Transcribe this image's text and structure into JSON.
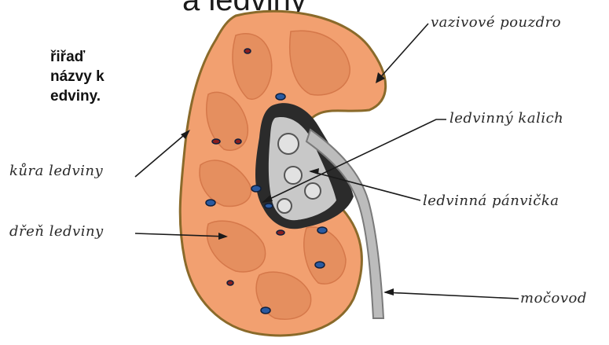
{
  "title": "a ledviny",
  "instructions": [
    "řiřaď",
    "názvy k",
    "edviny."
  ],
  "labels": {
    "capsule": "vazivové pouzdro",
    "calyx": "ledvinný kalich",
    "pelvis": "ledvinná pánvička",
    "ureter": "močovod",
    "cortex": "kůra ledviny",
    "medulla": "dřeň ledviny"
  },
  "colors": {
    "cortex": "#f2a070",
    "cortex_edge": "#8a6a2a",
    "medulla": "#e58f5f",
    "pelvis": "#c8c8c8",
    "vessel": "#2a5aa0",
    "accent": "#8b1e1e"
  }
}
